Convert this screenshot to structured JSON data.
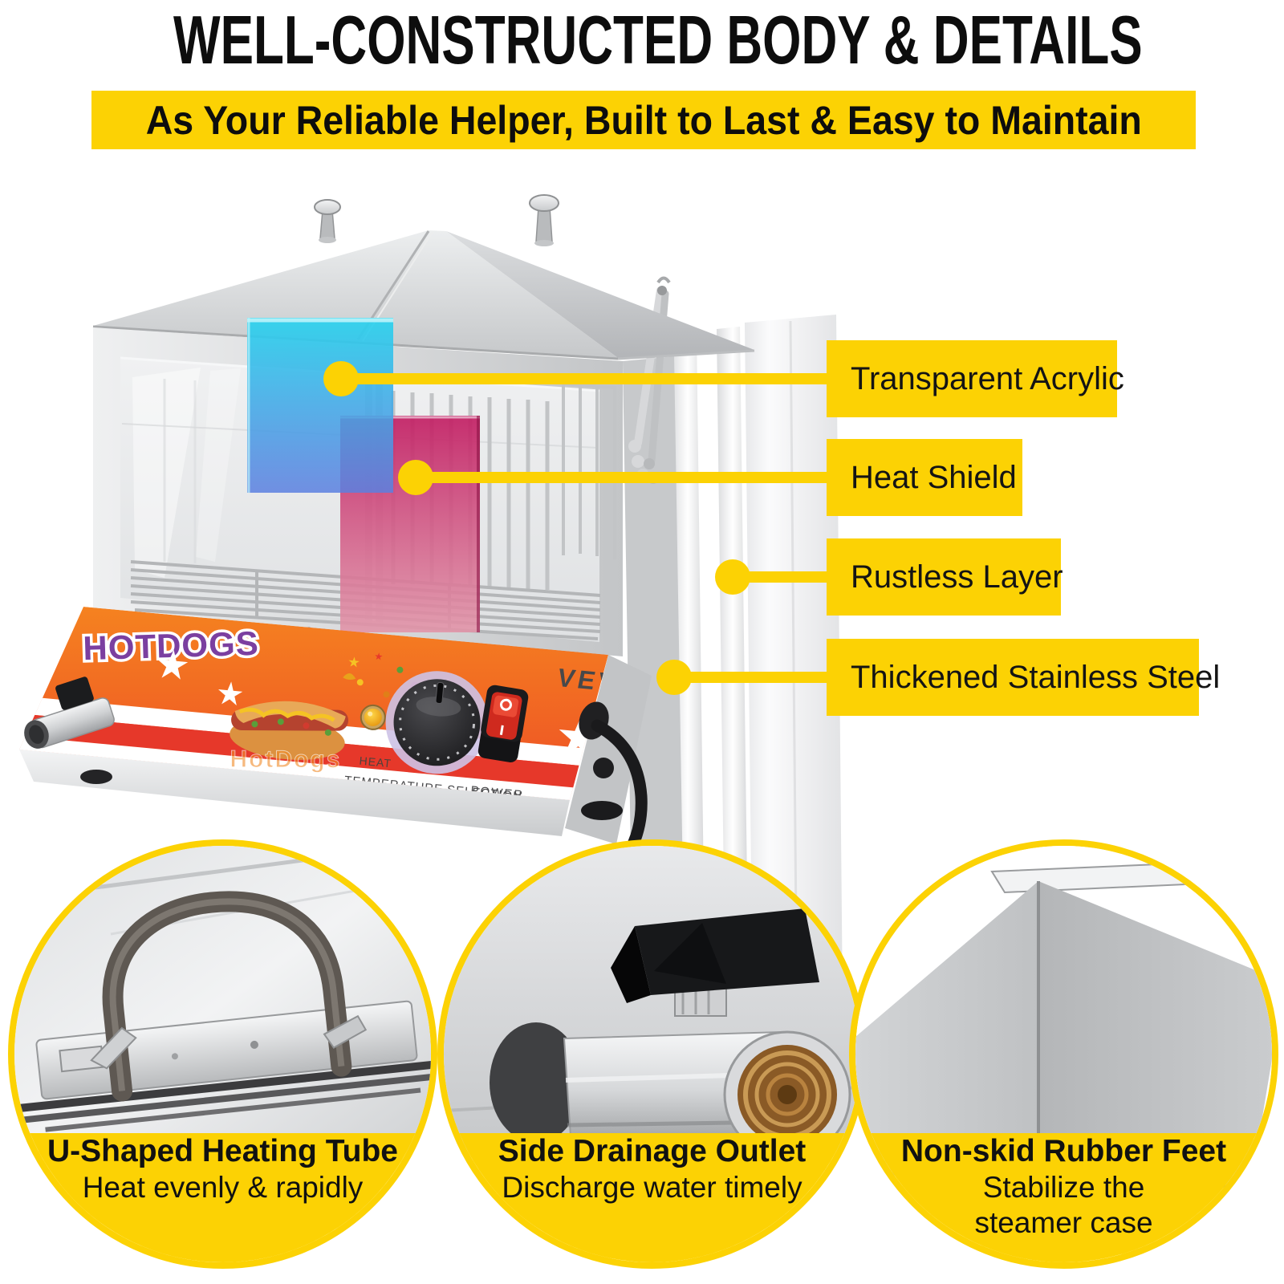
{
  "header": {
    "title": "WELL-CONSTRUCTED BODY & DETAILS",
    "subtitle": "As Your Reliable Helper, Built to Last & Easy to Maintain"
  },
  "callouts": [
    {
      "label": "Transparent Acrylic"
    },
    {
      "label": "Heat Shield"
    },
    {
      "label": "Rustless Layer"
    },
    {
      "label": "Thickened Stainless Steel"
    }
  ],
  "machine": {
    "brand": "VEVOR",
    "marquee": "HOTDOGS",
    "marquee_ghost": "HotDogs",
    "heat_label": "HEAT",
    "temperature_label": "TEMPERATURE SELECTION",
    "power_label": "POWER",
    "switch_on": "I",
    "switch_off": "O"
  },
  "features": [
    {
      "title": "U-Shaped Heating Tube",
      "desc": "Heat evenly & rapidly"
    },
    {
      "title": "Side Drainage Outlet",
      "desc": "Discharge water timely"
    },
    {
      "title": "Non-skid Rubber Feet",
      "desc": "Stabilize the steamer case"
    }
  ],
  "colors": {
    "accent_yellow": "#FCD204",
    "orange": "#F58220",
    "red": "#E8392B",
    "purple": "#7B3FA0",
    "cyan_highlight": "#29D3EE",
    "magenta_highlight": "#C21E63",
    "steel": "#D9DADC"
  }
}
